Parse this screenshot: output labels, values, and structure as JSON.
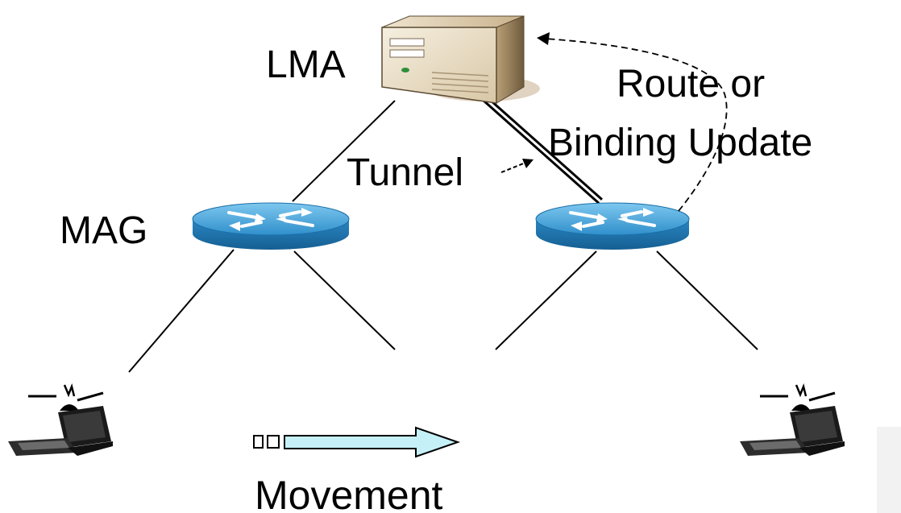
{
  "labels": {
    "lma": "LMA",
    "mag": "MAG",
    "tunnel": "Tunnel",
    "update_line1": "Route or",
    "update_line2": "Binding Update",
    "movement": "Movement"
  },
  "nodes": {
    "lma": "server-icon",
    "mag_left": "router-icon",
    "mag_right": "router-icon",
    "mobile_left": "laptop-wireless-icon",
    "mobile_right": "laptop-wireless-icon"
  },
  "colors": {
    "router_top": "#3d9fd6",
    "router_side": "#1b6fa8",
    "movement_arrow": "#c6f0f7",
    "server_body": "#e9dcc4",
    "line": "#000000"
  }
}
